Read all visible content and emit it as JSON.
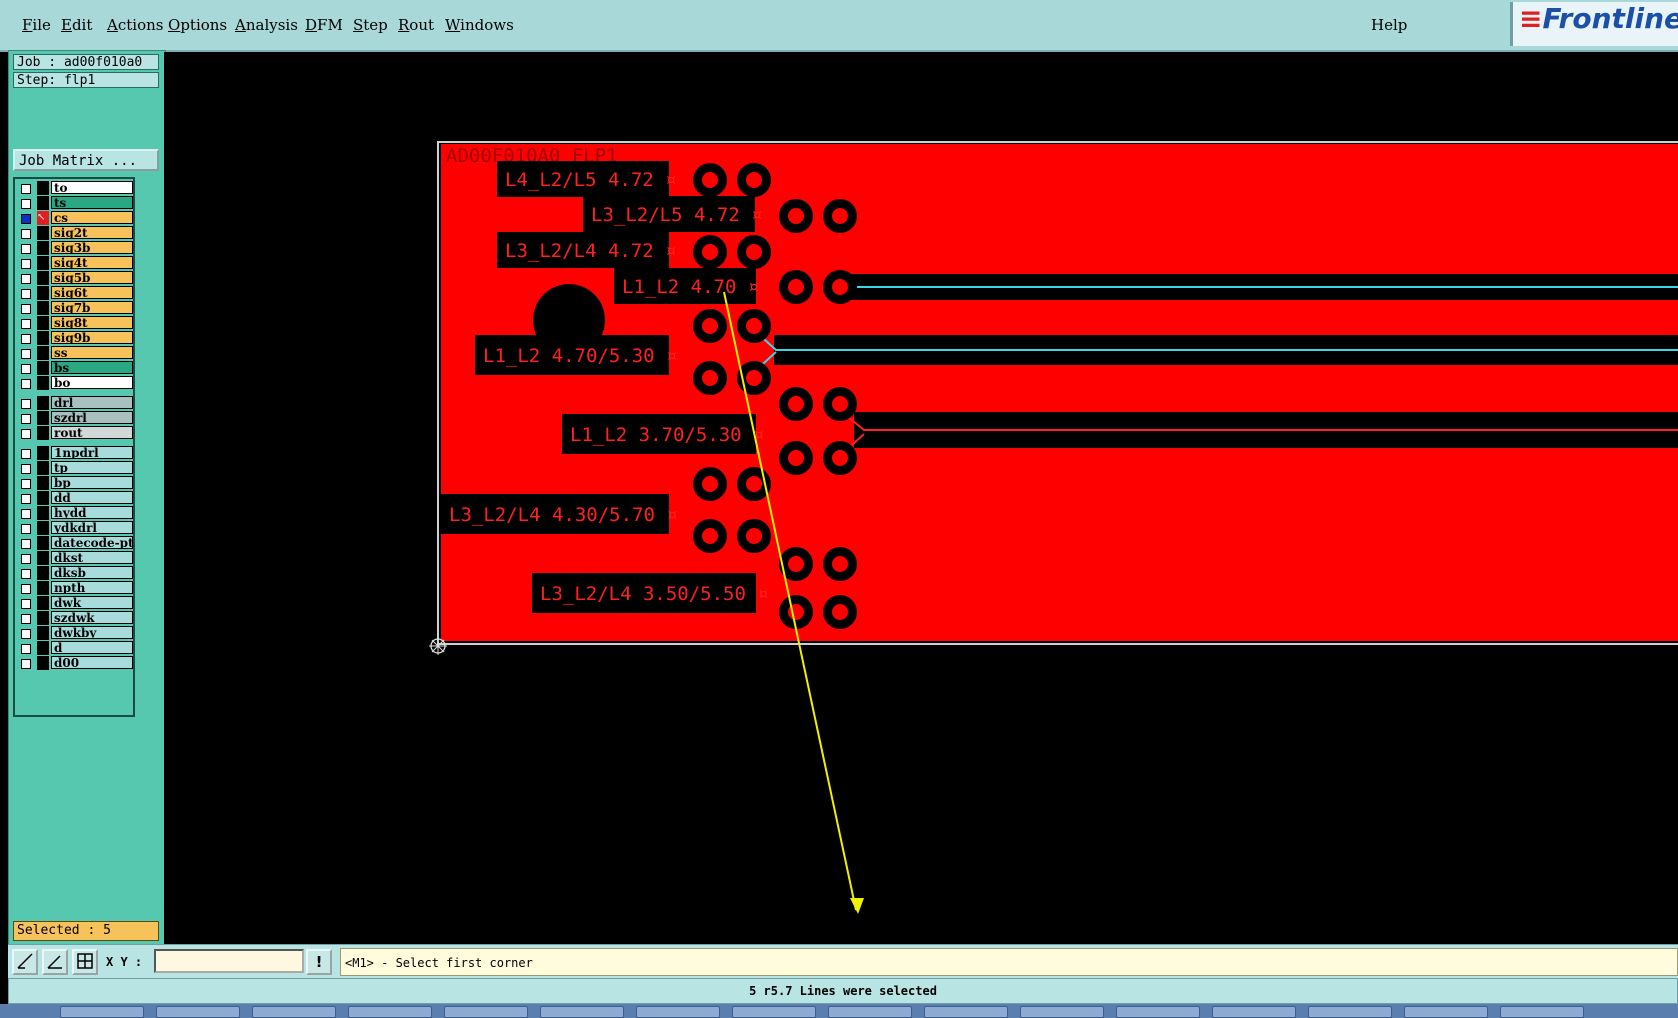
{
  "menu": {
    "items": [
      {
        "label": "File",
        "underline": "F",
        "rest": "ile"
      },
      {
        "label": "Edit",
        "underline": "E",
        "rest": "dit"
      },
      {
        "label": "Actions",
        "underline": "A",
        "rest": "ctions"
      },
      {
        "label": "Options",
        "underline": "O",
        "rest": "ptions"
      },
      {
        "label": "Analysis",
        "underline": "A",
        "rest": "nalysis"
      },
      {
        "label": "DFM",
        "underline": "D",
        "rest": "FM"
      },
      {
        "label": "Step",
        "underline": "S",
        "rest": "tep"
      },
      {
        "label": "Rout",
        "underline": "R",
        "rest": "out"
      },
      {
        "label": "Windows",
        "underline": "W",
        "rest": "indows"
      }
    ],
    "help": "Help",
    "logo": "Frontline"
  },
  "job": {
    "job_line": "Job : ad00f010a0",
    "step_line": "Step: flp1",
    "matrix_button": "Job Matrix ..."
  },
  "layers": [
    {
      "name": "to",
      "color": "#ffffff"
    },
    {
      "name": "ts",
      "color": "#2aa883"
    },
    {
      "name": "cs",
      "color": "#f7c25a",
      "active": true
    },
    {
      "name": "sig2t",
      "color": "#f7c25a"
    },
    {
      "name": "sig3b",
      "color": "#f7c25a"
    },
    {
      "name": "sig4t",
      "color": "#f7c25a"
    },
    {
      "name": "sig5b",
      "color": "#f7c25a"
    },
    {
      "name": "sig6t",
      "color": "#f7c25a"
    },
    {
      "name": "sig7b",
      "color": "#f7c25a"
    },
    {
      "name": "sig8t",
      "color": "#f7c25a"
    },
    {
      "name": "sig9b",
      "color": "#f7c25a"
    },
    {
      "name": "ss",
      "color": "#f7c25a"
    },
    {
      "name": "bs",
      "color": "#2aa883"
    },
    {
      "name": "bo",
      "color": "#ffffff"
    },
    {
      "name": "drl",
      "color": "#a8c0c0"
    },
    {
      "name": "szdrl",
      "color": "#a8c0c0"
    },
    {
      "name": "rout",
      "color": "#d0d8d8"
    },
    {
      "name": "1npdrl",
      "color": "#a8dcdc"
    },
    {
      "name": "tp",
      "color": "#a8dcdc"
    },
    {
      "name": "bp",
      "color": "#a8dcdc"
    },
    {
      "name": "dd",
      "color": "#a8dcdc"
    },
    {
      "name": "hydd",
      "color": "#a8dcdc"
    },
    {
      "name": "ydkdrl",
      "color": "#a8dcdc"
    },
    {
      "name": "datecode-pto",
      "color": "#a8dcdc"
    },
    {
      "name": "dkst",
      "color": "#a8dcdc"
    },
    {
      "name": "dksb",
      "color": "#a8dcdc"
    },
    {
      "name": "npth",
      "color": "#a8dcdc"
    },
    {
      "name": "dwk",
      "color": "#a8dcdc"
    },
    {
      "name": "szdwk",
      "color": "#a8dcdc"
    },
    {
      "name": "dwkby",
      "color": "#a8dcdc"
    },
    {
      "name": "d",
      "color": "#a8dcdc"
    },
    {
      "name": "d00",
      "color": "#a8dcdc"
    }
  ],
  "selected_status": "Selected : 5",
  "board": {
    "title": "AD00F010A0 FLP1",
    "labels": [
      "L4_L2/L5 4.72 ¤",
      "L3_L2/L5 4.72 ¤",
      "L3_L2/L4 4.72 ¤",
      "L1_L2 4.70 ¤",
      "L1_L2 4.70/5.30 ¤",
      "L1_L2 3.70/5.30 ¤",
      "L3_L2/L4 4.30/5.70 ¤",
      "L3_L2/L4 3.50/5.50 ¤"
    ],
    "colors": {
      "copper": "#ff0000",
      "void": "#000000",
      "trace_highlight": "#3ad6e8",
      "pointer": "#f0f000"
    }
  },
  "cmd": {
    "xy_label": "X Y :",
    "xy_value": "",
    "prompt": "<M1> - Select first corner",
    "alert_icon": "!"
  },
  "status_message": "5 r5.7 Lines were selected"
}
